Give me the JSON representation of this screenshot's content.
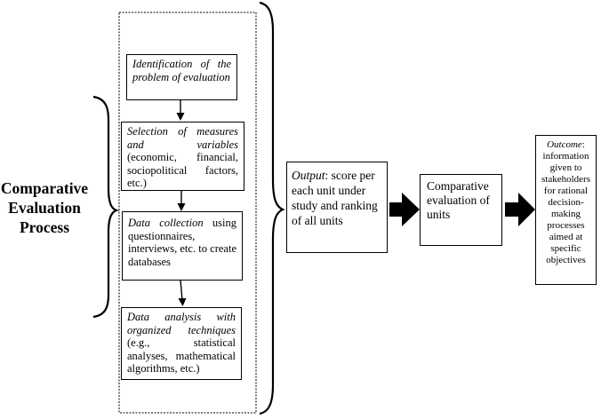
{
  "process_label": [
    "Comparative",
    "Evaluation",
    "Process"
  ],
  "steps": [
    {
      "italic": "Identification of the problem of evaluation",
      "plain": ""
    },
    {
      "italic": "Selection of measures and variables",
      "plain": " (economic, financial, sociopolitical factors, etc.)"
    },
    {
      "italic": "Data collection",
      "plain": " using questionnaires, interviews, etc. to create databases"
    },
    {
      "italic": "Data analysis with organized techniques",
      "plain": " (e.g., statistical analyses, mathematical algorithms, etc.)"
    }
  ],
  "output": {
    "italic": "Output",
    "plain": ": score per each unit under study and ranking of all units"
  },
  "comparative": {
    "text": "Comparative evaluation of units"
  },
  "outcome": {
    "italic": "Outcome",
    "plain": ": information given to stakeholders for rational decision-making processes aimed at specific objectives"
  },
  "colors": {
    "stroke": "#000000",
    "background": "#ffffff"
  }
}
